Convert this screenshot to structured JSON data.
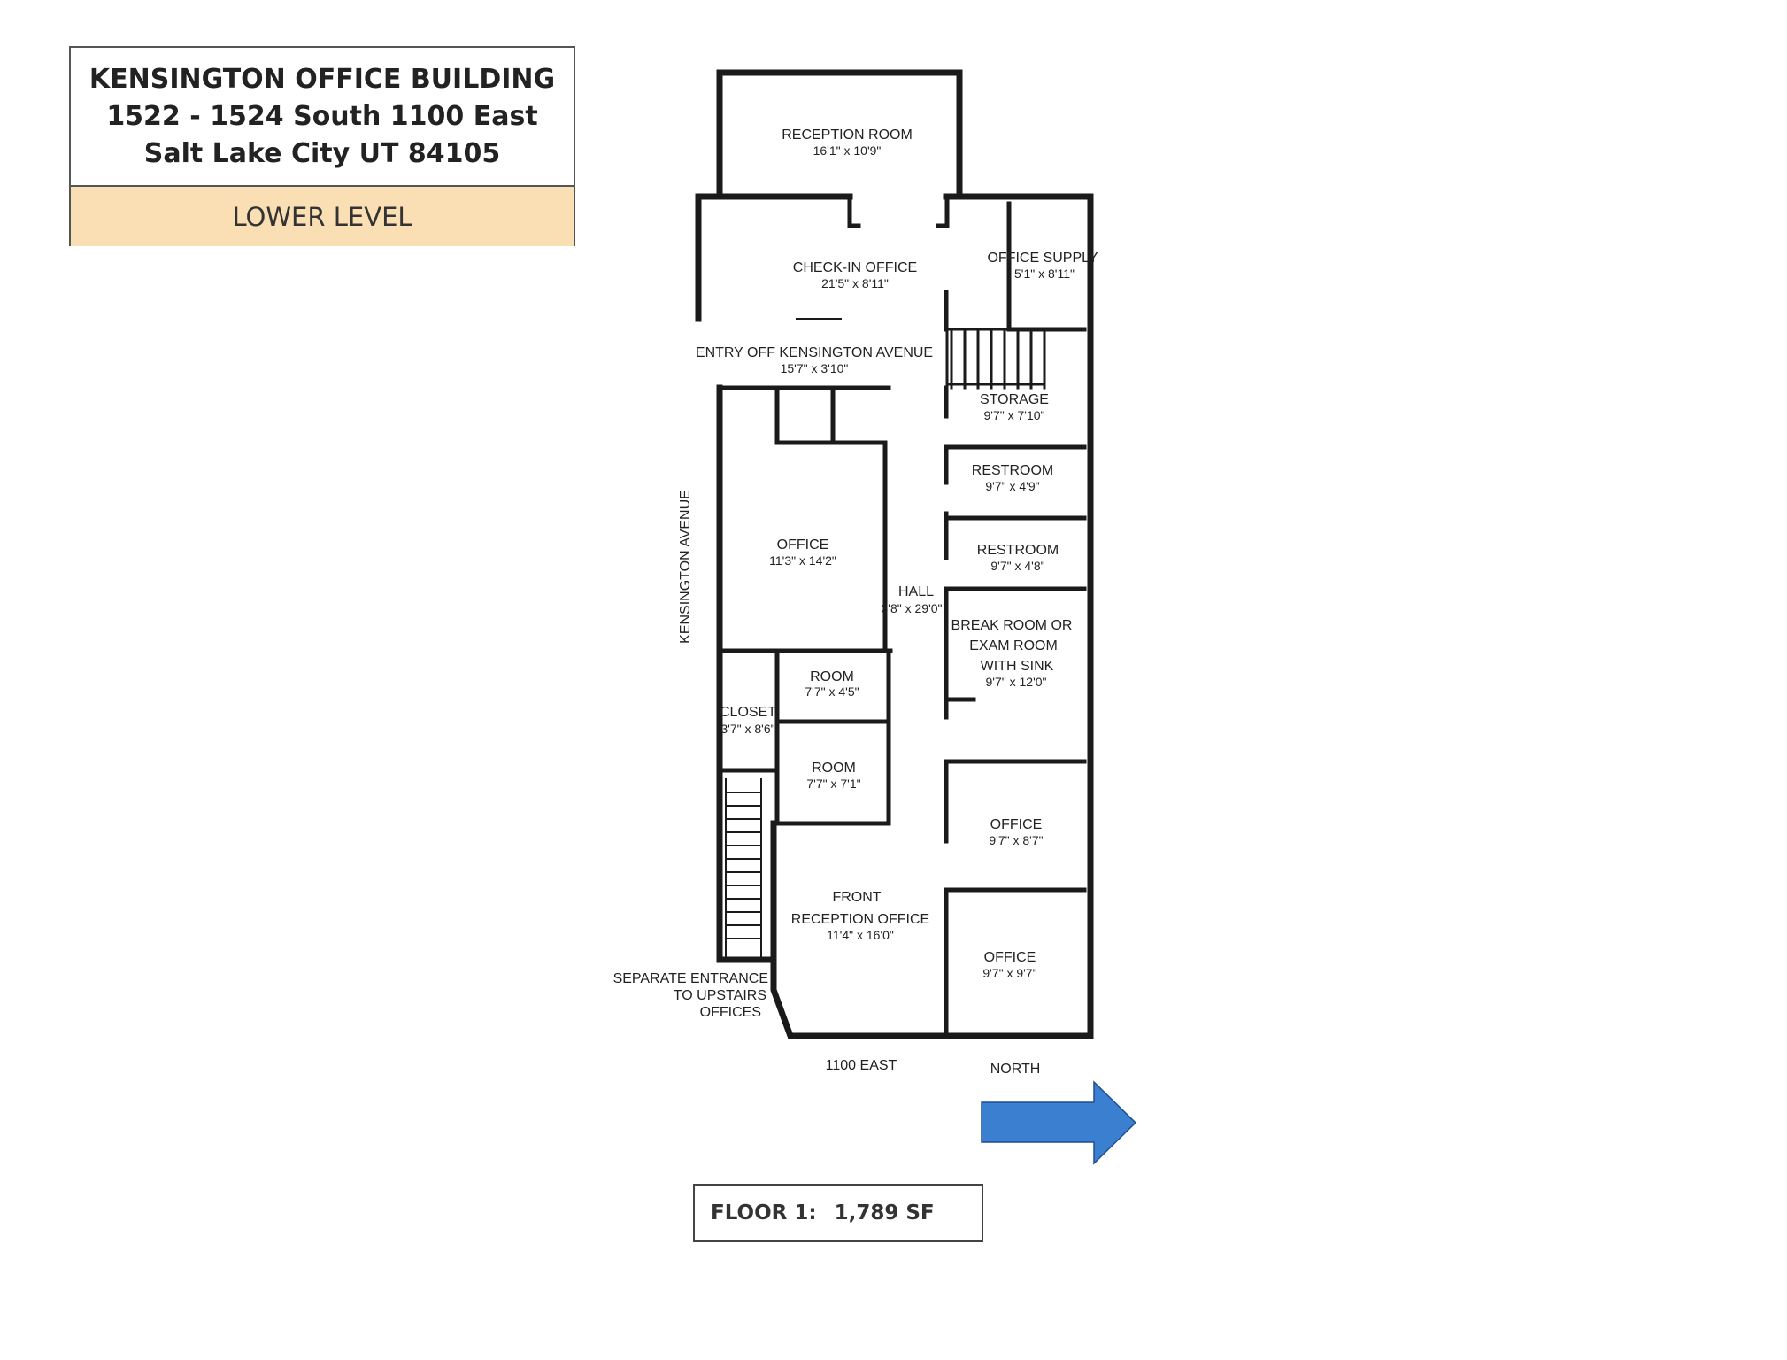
{
  "title": {
    "line1": "KENSINGTON OFFICE BUILDING",
    "line2": "1522 - 1524 South 1100 East",
    "line3": "Salt Lake City UT 84105",
    "level": "LOWER LEVEL"
  },
  "rooms": {
    "reception_room": {
      "name": "RECEPTION ROOM",
      "size": "16'1\" x 10'9\""
    },
    "check_in_office": {
      "name": "CHECK-IN OFFICE",
      "size": "21'5\" x 8'11\""
    },
    "office_supply": {
      "name": "OFFICE SUPPLY",
      "size": "5'1\" x 8'11\""
    },
    "entry": {
      "name": "ENTRY OFF KENSINGTON AVENUE",
      "size": "15'7\" x 3'10\""
    },
    "storage": {
      "name": "STORAGE",
      "size": "9'7\" x 7'10\""
    },
    "restroom_1": {
      "name": "RESTROOM",
      "size": "9'7\" x 4'9\""
    },
    "restroom_2": {
      "name": "RESTROOM",
      "size": "9'7\" x 4'8\""
    },
    "office_west": {
      "name": "OFFICE",
      "size": "11'3\" x 14'2\""
    },
    "hall": {
      "name": "HALL",
      "size": "3'8\" x 29'0\""
    },
    "break_room": {
      "name_l1": "BREAK ROOM OR",
      "name_l2": "EXAM ROOM",
      "name_l3": "WITH SINK",
      "size": "9'7\" x 12'0\""
    },
    "room_1": {
      "name": "ROOM",
      "size": "7'7\" x 4'5\""
    },
    "closet": {
      "name": "CLOSET",
      "size": "3'7\" x 8'6\""
    },
    "room_2": {
      "name": "ROOM",
      "size": "7'7\" x 7'1\""
    },
    "office_mid": {
      "name": "OFFICE",
      "size": "9'7\" x 8'7\""
    },
    "front_reception": {
      "name_l1": "FRONT",
      "name_l2": "RECEPTION OFFICE",
      "size": "11'4\" x 16'0\""
    },
    "office_south": {
      "name": "OFFICE",
      "size": "9'7\" x 9'7\""
    }
  },
  "labels": {
    "street_west": "KENSINGTON AVENUE",
    "separate_entrance_l1": "SEPARATE ENTRANCE",
    "separate_entrance_l2": "TO UPSTAIRS",
    "separate_entrance_l3": "OFFICES",
    "street_south": "1100 EAST",
    "north": "NORTH"
  },
  "arrow_color": "#3a7fd0",
  "floor": {
    "label": "FLOOR 1:",
    "area": "1,789 SF"
  }
}
